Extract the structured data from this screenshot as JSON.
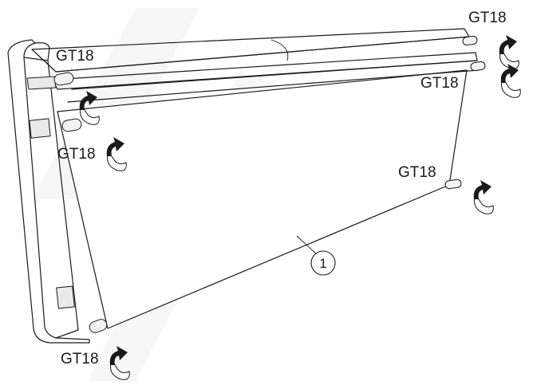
{
  "diagram": {
    "callouts": [
      {
        "id": "c1",
        "text": "1"
      }
    ],
    "fastener_labels": [
      {
        "id": "top-right",
        "text": "GT18"
      },
      {
        "id": "top-left",
        "text": "GT18"
      },
      {
        "id": "upper-right",
        "text": "GT18"
      },
      {
        "id": "left-middle",
        "text": "GT18"
      },
      {
        "id": "right-middle",
        "text": "GT18"
      },
      {
        "id": "bottom-left",
        "text": "GT18"
      }
    ],
    "icon": "rotate-arrow-icon"
  }
}
